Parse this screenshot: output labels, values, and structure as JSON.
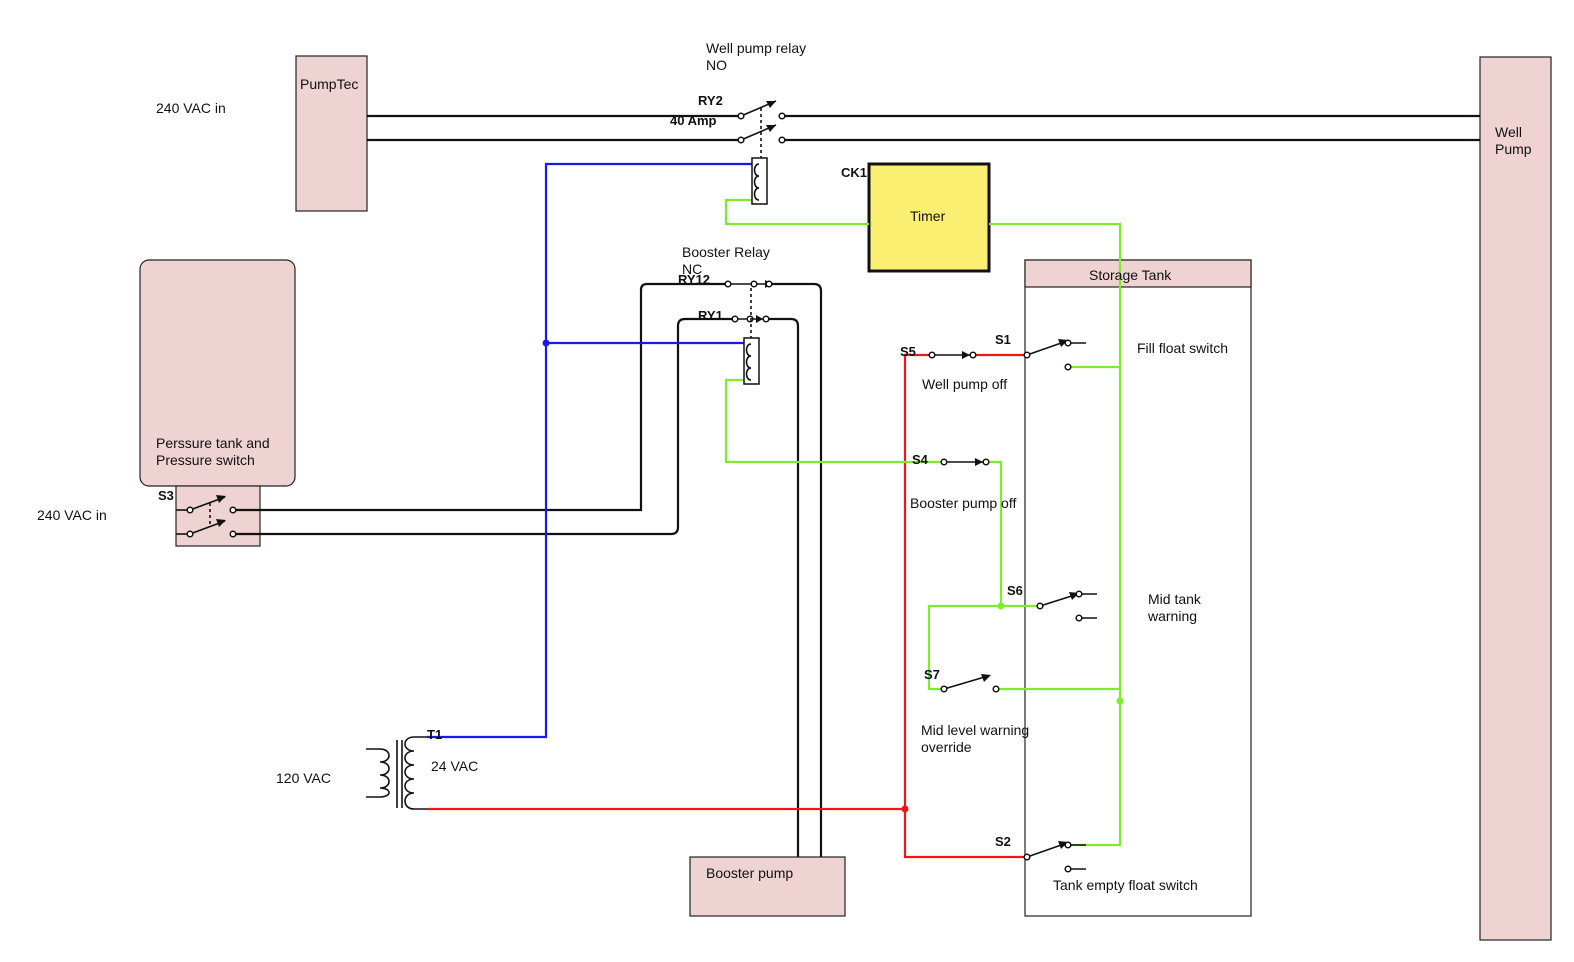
{
  "labels": {
    "vac_in_top": "240 VAC in",
    "pumptec": "PumpTec",
    "well_pump_relay_1": "Well pump relay",
    "well_pump_relay_2": "NO",
    "ry2": "RY2",
    "amp40": "40 Amp",
    "well_pump_1": "Well",
    "well_pump_2": "Pump",
    "ck1": "CK1",
    "timer": "Timer",
    "booster_relay_1": "Booster Relay",
    "booster_relay_2": "NC",
    "ry12": "RY12",
    "ry1": "RY1",
    "storage_tank": "Storage Tank",
    "pressure_tank_1": "Perssure tank and",
    "pressure_tank_2": "Pressure switch",
    "s3": "S3",
    "vac_in_left": "240 VAC in",
    "s5": "S5",
    "s1": "S1",
    "fill_float": "Fill float switch",
    "well_pump_off": "Well pump off",
    "s4": "S4",
    "booster_pump_off": "Booster pump off",
    "s6": "S6",
    "mid_tank_1": "Mid tank",
    "mid_tank_2": "warning",
    "s7": "S7",
    "mid_override_1": "Mid level warning",
    "mid_override_2": "override",
    "t1": "T1",
    "vac24": "24 VAC",
    "vac120": "120 VAC",
    "s2": "S2",
    "tank_empty_float": "Tank empty float switch",
    "booster_pump": "Booster pump"
  },
  "colors": {
    "box_fill": "#efd3d3",
    "timer_fill": "#fbef72",
    "wire_control_24vac_common": "#1a1ae6",
    "wire_control_24vac_hot": "#f01616",
    "wire_control_switched": "#7ded2b",
    "wire_power": "#111111"
  }
}
